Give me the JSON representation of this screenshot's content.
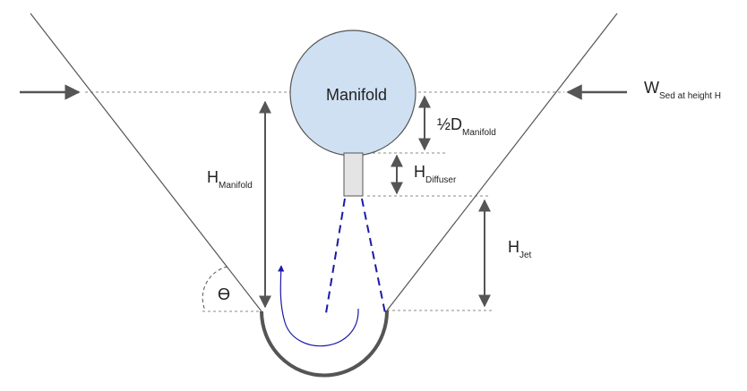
{
  "manifold": {
    "label": "Manifold"
  },
  "labels": {
    "h_manifold": {
      "main": "H",
      "sub": "Manifold"
    },
    "half_d_manifold": {
      "main": "½D",
      "sub": "Manifold"
    },
    "h_diffuser": {
      "main": "H",
      "sub": "Diffuser"
    },
    "h_jet": {
      "main": "H",
      "sub": "Jet"
    },
    "w_sed": {
      "main": "W",
      "sub": "Sed at height H"
    },
    "theta": "ϴ"
  },
  "colors": {
    "manifold_fill": "#cfe0f3",
    "diffuser_fill": "#e4e4e4",
    "jet_and_flow": "#1a1aa8",
    "outline": "#555555",
    "dashed_guides": "#888888"
  }
}
